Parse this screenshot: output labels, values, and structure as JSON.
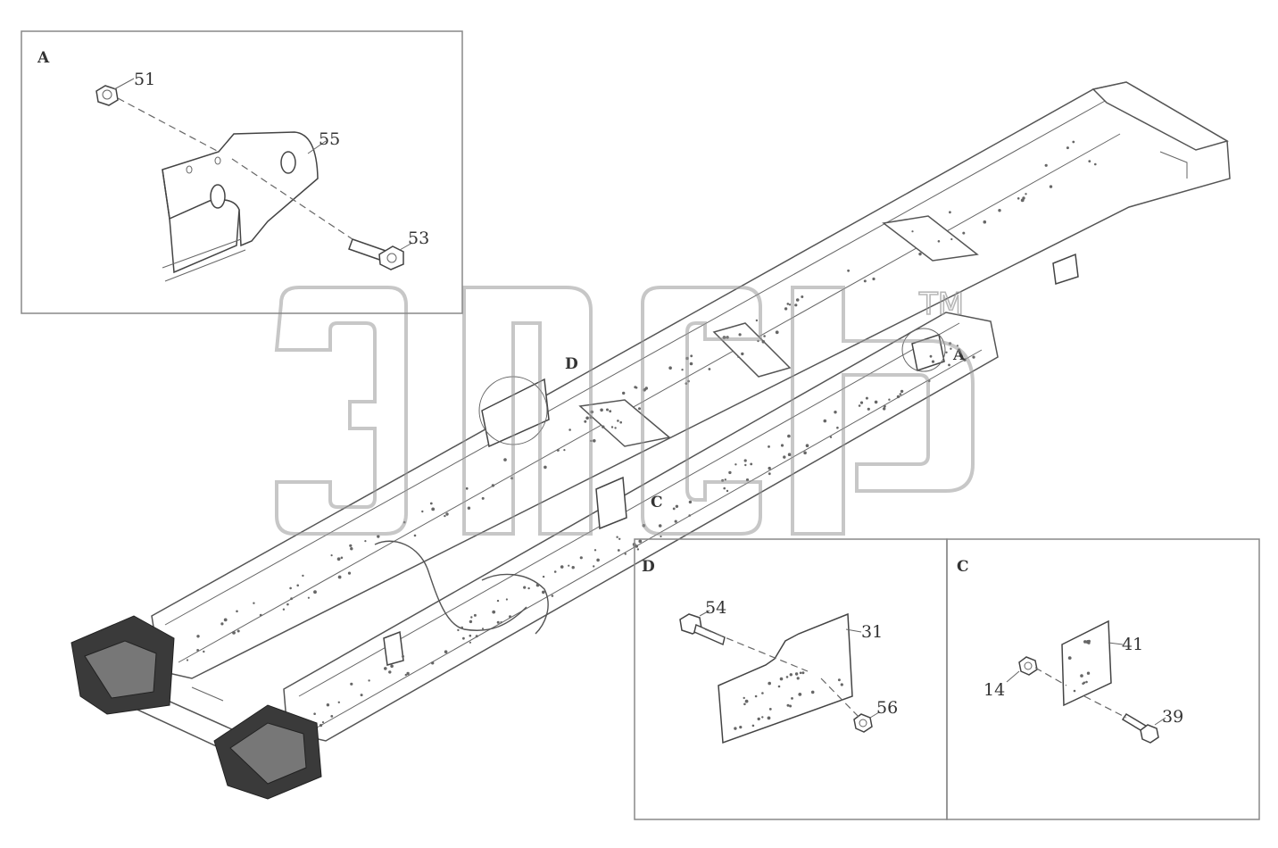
{
  "views": {
    "A": {
      "title": "A",
      "callouts": {
        "c51": "51",
        "c55": "55",
        "c53": "53"
      }
    },
    "D": {
      "title": "D",
      "callouts": {
        "c54": "54",
        "c31": "31",
        "c56": "56"
      }
    },
    "C": {
      "title": "C",
      "callouts": {
        "c14": "14",
        "c41": "41",
        "c39": "39"
      }
    }
  },
  "frame_markers": {
    "a": "A",
    "d": "D",
    "c": "C"
  },
  "watermark": {
    "trademark": "TM"
  },
  "colors": {
    "line": "#555555",
    "watermark": "#999999",
    "background": "#ffffff"
  }
}
